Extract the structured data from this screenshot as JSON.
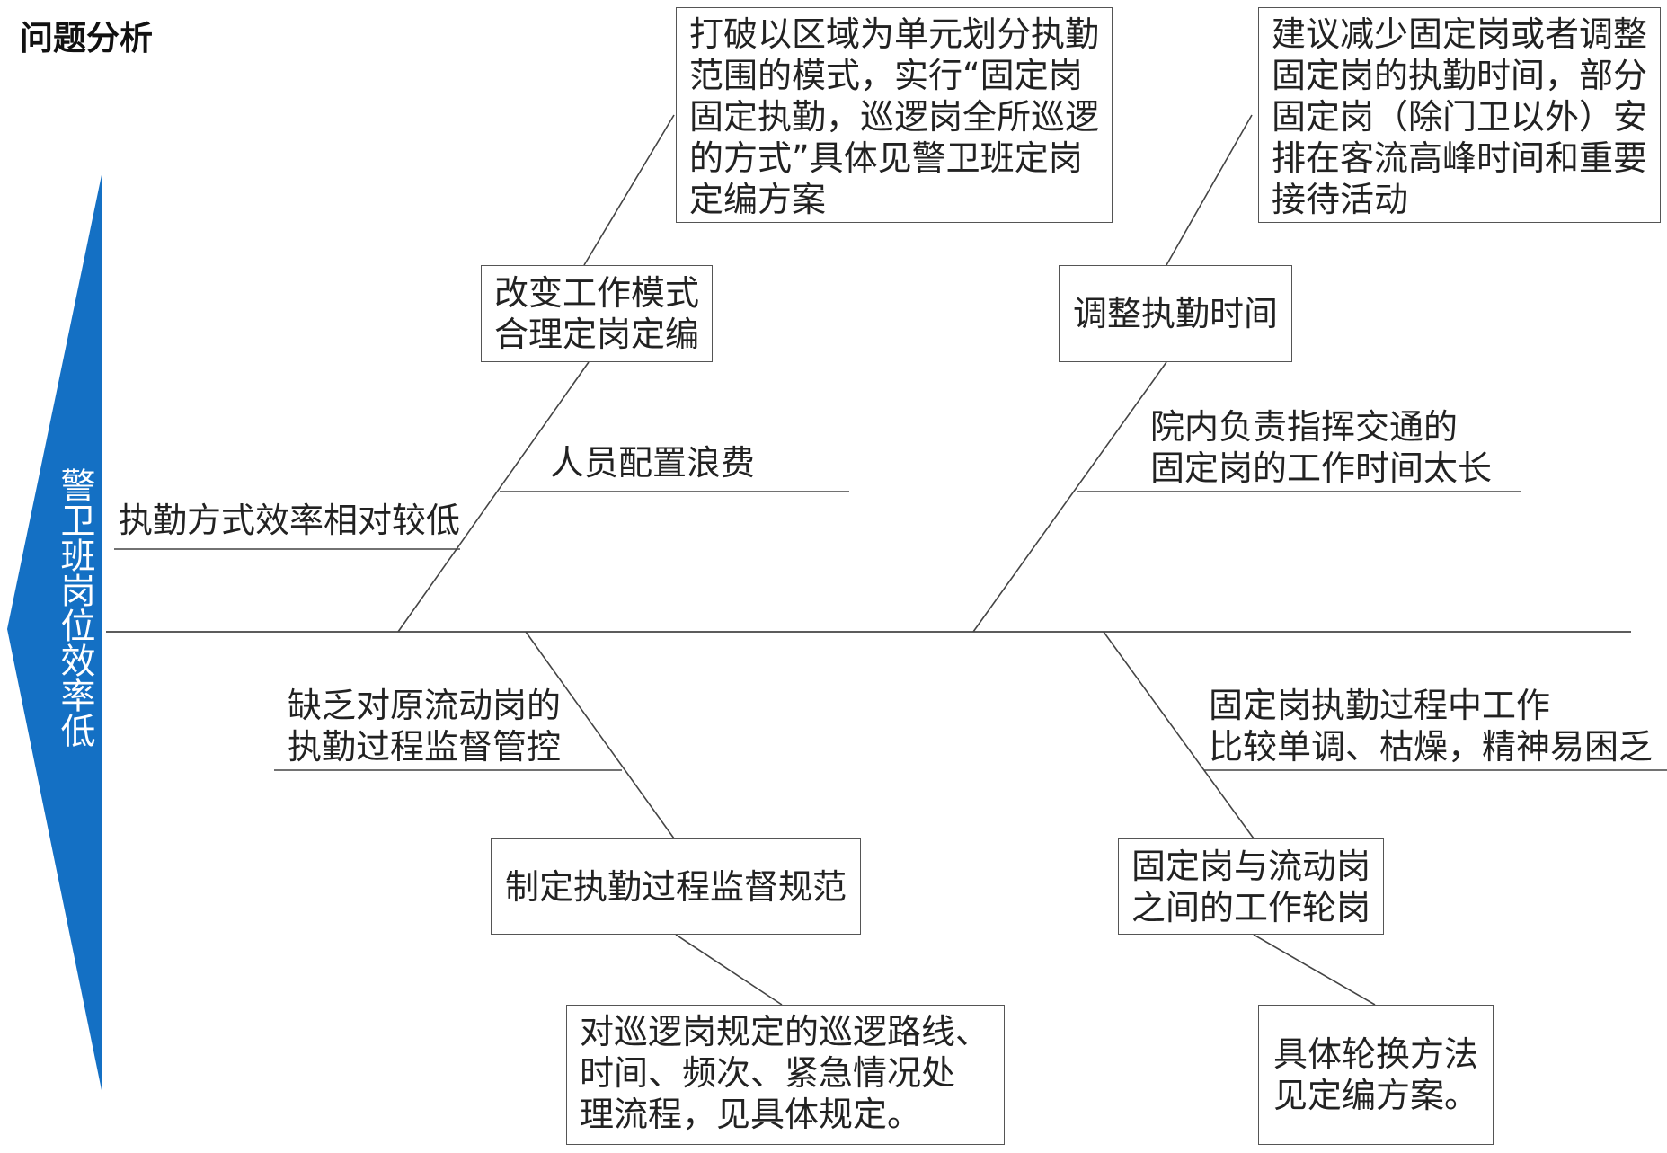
{
  "title": "问题分析",
  "head_label": "警卫班岗位效率低",
  "solution_boxes": {
    "top_left_detail": "打破以区域为单元划分执勤\n范围的模式，实行“固定岗\n固定执勤，巡逻岗全所巡逻\n的方式”具体见警卫班定岗\n定编方案",
    "top_right_detail": "建议减少固定岗或者调整\n固定岗的执勤时间，部分\n固定岗（除门卫以外）安\n排在客流高峰时间和重要\n接待活动",
    "top_left_measure": "改变工作模式\n合理定岗定编",
    "top_right_measure": "调整执勤时间",
    "bottom_left_measure": "制定执勤过程监督规范",
    "bottom_right_measure": "固定岗与流动岗\n之间的工作轮岗",
    "bottom_left_detail": "对巡逻岗规定的巡逻路线、\n时间、频次、紧急情况处\n理流程，见具体规定。",
    "bottom_right_detail": "具体轮换方法\n见定编方案。"
  },
  "causes": {
    "waste_staffing": "人员配置浪费",
    "low_efficiency": "执勤方式效率相对较低",
    "traffic_post_long": "院内负责指挥交通的\n固定岗的工作时间太长",
    "lack_supervision": "缺乏对原流动岗的\n执勤过程监督管控",
    "monotonous_work": "固定岗执勤过程中工作\n比较单调、枯燥，精神易困乏"
  },
  "colors": {
    "head_fill": "#1470c4",
    "line": "#444444",
    "box_border": "#555555"
  }
}
